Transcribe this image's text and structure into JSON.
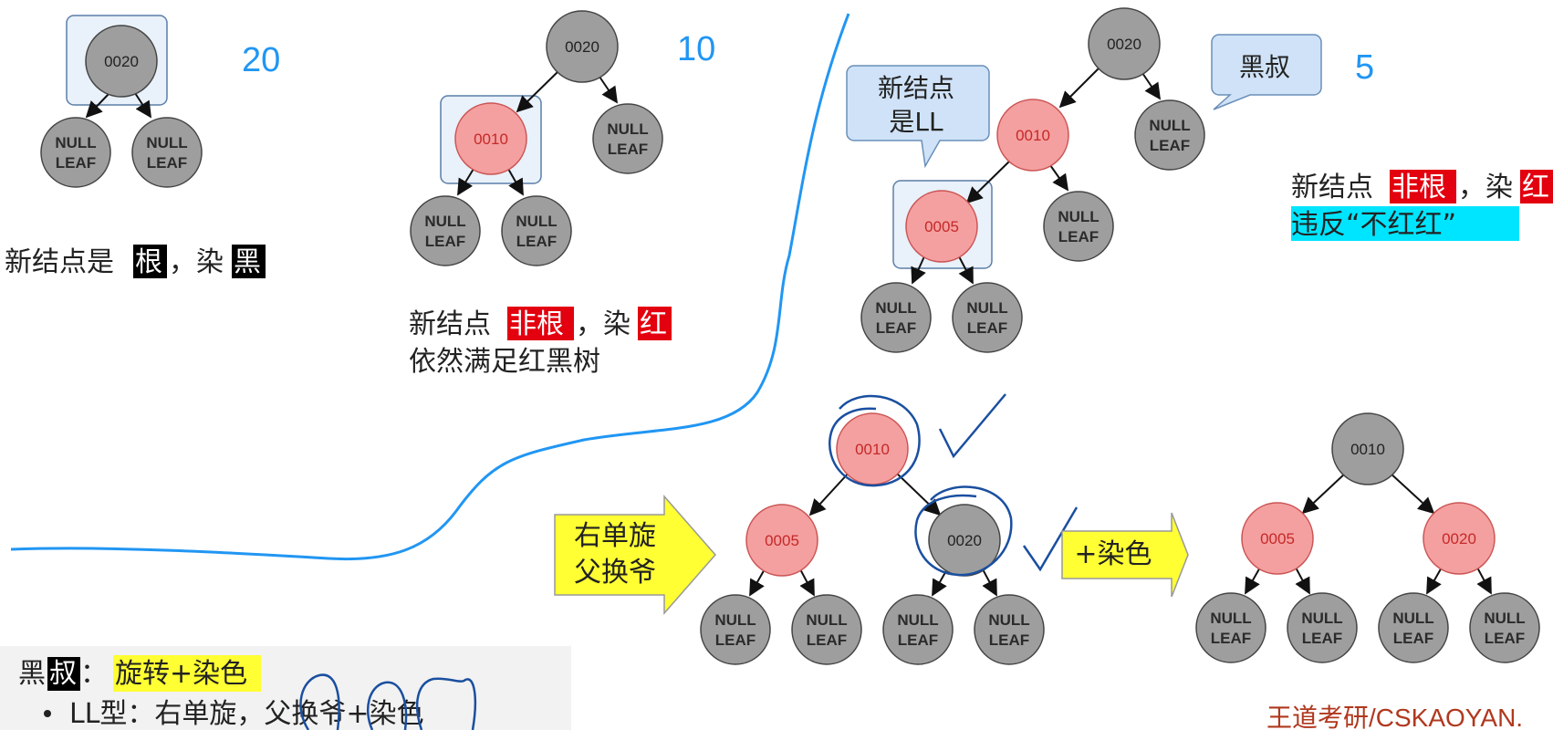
{
  "diagram": {
    "panel1": {
      "number": "20",
      "root": "0020",
      "leaf_line1": "NULL",
      "leaf_line2": "LEAF",
      "caption": {
        "pre": "新结点是",
        "hl1": "根",
        "mid": "，染",
        "hl2": "黑"
      }
    },
    "panel2": {
      "number": "10",
      "root": "0020",
      "child": "0010",
      "caption_line1": {
        "pre": "新结点",
        "hl1": "非根",
        "mid": "，染",
        "hl2": "红"
      },
      "caption_line2": "依然满足红黑树"
    },
    "panel3": {
      "number": "5",
      "root": "0020",
      "child": "0010",
      "grandchild": "0005",
      "callout_new_line1": "新结点",
      "callout_new_line2": "是LL",
      "callout_uncle": "黑叔",
      "caption_line1": {
        "pre": "新结点",
        "hl1": "非根",
        "mid": "，染",
        "hl2": "红"
      },
      "caption_line2": "违反“不红红”"
    },
    "panel4": {
      "arrow_label_line1": "右单旋",
      "arrow_label_line2": "父换爷",
      "root": "0010",
      "left": "0005",
      "right": "0020",
      "arrow2_label": "+染色"
    },
    "panel5": {
      "root": "0010",
      "left": "0005",
      "right": "0020"
    },
    "bottom_note": {
      "line1_pre": "黑",
      "line1_hl": "叔",
      "line1_colon": "：",
      "line1_yellow": "旋转+染色",
      "line2": "LL型：右单旋，父换爷+染色"
    },
    "watermark": "王道考研/CSKAOYAN.",
    "colors": {
      "black_node": "#9e9e9e",
      "red_node": "#f4a0a0",
      "red_text": "#c62828",
      "number_blue": "#2196f3",
      "hl_red": "#e3000f",
      "hl_black": "#000000",
      "hl_cyan": "#00e5ff",
      "hl_yellow": "#ffff33",
      "callout_fill": "#cfe2f7",
      "ink_blue": "#1a4fa0"
    }
  }
}
